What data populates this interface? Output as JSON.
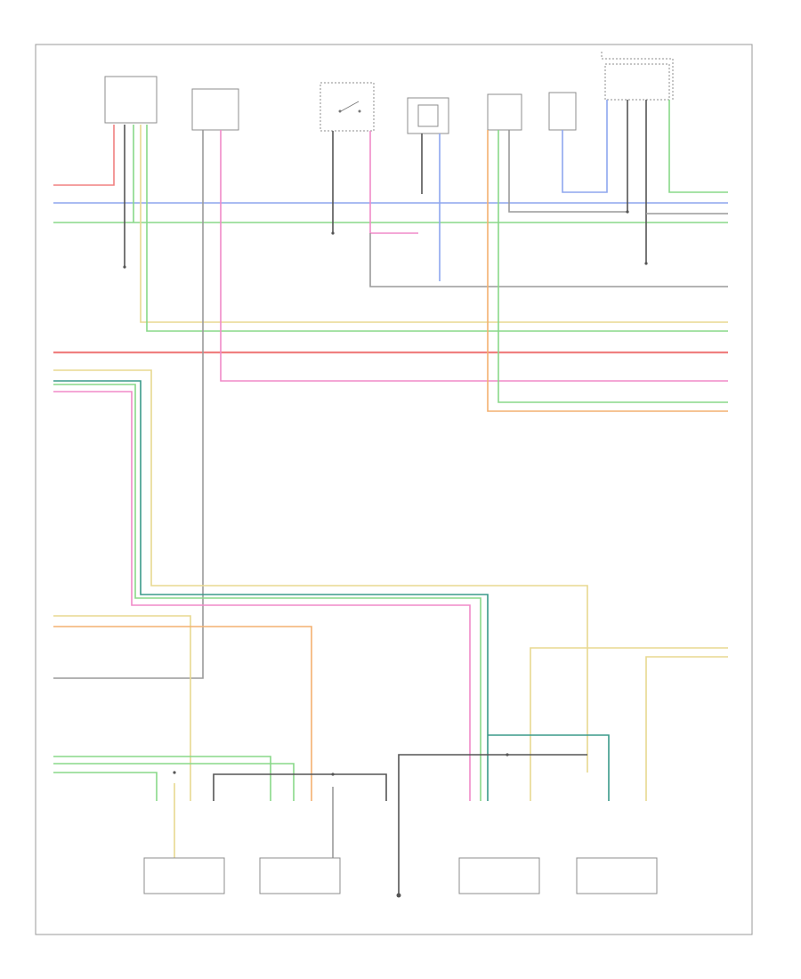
{
  "corner_code": "",
  "wire_colors": {
    "red": "#f08080",
    "blue": "#8ea6ee",
    "green": "#88d888",
    "yellow": "#e8d890",
    "pink": "#f08ac8",
    "orange": "#f4b070",
    "teal": "#3a9a8a",
    "gray": "#9a9a9a",
    "black": "#555555"
  },
  "top_components": [
    {
      "id": "c1",
      "label": [
        "",
        "",
        "",
        ""
      ]
    },
    {
      "id": "c2",
      "label": [
        "",
        "",
        "",
        "",
        ""
      ]
    },
    {
      "id": "c3",
      "label": [
        "",
        "",
        ""
      ]
    },
    {
      "id": "c4",
      "label": [
        "",
        "",
        "",
        "",
        ""
      ]
    },
    {
      "id": "c5",
      "label": [
        "",
        "",
        "",
        ""
      ]
    },
    {
      "id": "c6",
      "label": [
        "",
        "",
        ""
      ]
    },
    {
      "id": "c7",
      "label": [
        "",
        "",
        "",
        ""
      ]
    }
  ],
  "bottom_components": [
    {
      "id": "b1",
      "label": [
        "",
        "",
        "",
        ""
      ]
    },
    {
      "id": "b2",
      "label": [
        "",
        "",
        "",
        ""
      ]
    },
    {
      "id": "b3",
      "label": [
        "",
        "",
        "",
        ""
      ]
    },
    {
      "id": "b4",
      "label": [
        "",
        "",
        "",
        ""
      ]
    }
  ],
  "ground_label": [
    "",
    ""
  ],
  "left_wire_labels": [
    "",
    "",
    "",
    "",
    "",
    "",
    "",
    "",
    "",
    "",
    "",
    ""
  ],
  "right_wire_labels": [
    "",
    "",
    "",
    "",
    "",
    "",
    "",
    "",
    "",
    "",
    ""
  ]
}
